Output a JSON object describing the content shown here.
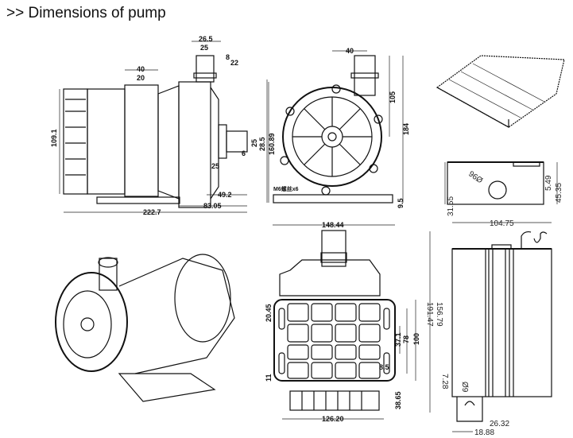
{
  "title": ">> Dimensions of pump",
  "side_view": {
    "labels": [
      "26.5",
      "25",
      "8",
      "22",
      "40",
      "20",
      "109.1",
      "25",
      "28.5",
      "6",
      "25",
      "49.2",
      "83.05",
      "222.7"
    ]
  },
  "front_view": {
    "labels": [
      "40",
      "105",
      "184",
      "160.89",
      "M6螺丝x6",
      "9.5"
    ]
  },
  "heatsink_side": {
    "labels": [
      "96Ø",
      "5.49",
      "45.35",
      "31.55"
    ]
  },
  "bottom_view": {
    "labels": [
      "148.44",
      "20.45",
      "11",
      "37.1",
      "78",
      "100",
      "8.5",
      "38.65",
      "126.20"
    ]
  },
  "heatsink_top": {
    "labels": [
      "104.75",
      "156.79",
      "191.47",
      "7.28",
      "Ø9",
      "26.32",
      "18.88"
    ]
  }
}
